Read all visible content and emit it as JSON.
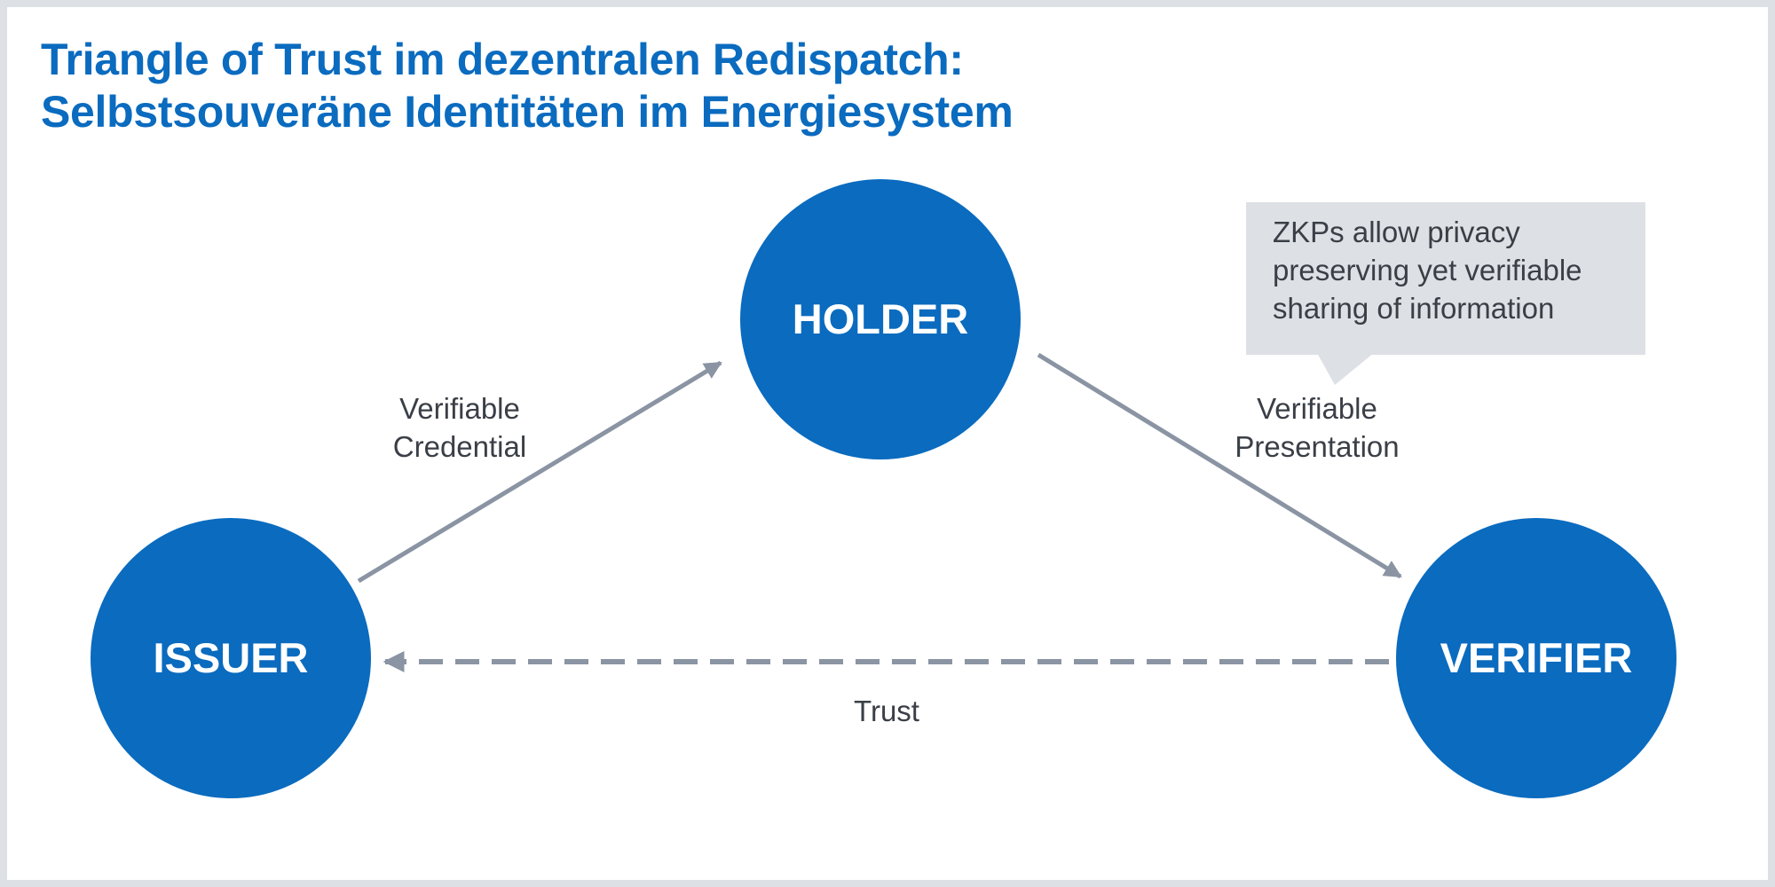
{
  "title": {
    "line1": "Triangle of Trust im dezentralen Redispatch:",
    "line2": "Selbstsouveräne Identitäten im Energiesystem"
  },
  "nodes": {
    "holder": "HOLDER",
    "issuer": "ISSUER",
    "verifier": "VERIFIER"
  },
  "edges": {
    "credential": [
      "Verifiable",
      "Credential"
    ],
    "presentation": [
      "Verifiable",
      "Presentation"
    ],
    "trust": "Trust"
  },
  "callout": {
    "lines": [
      "ZKPs allow privacy",
      "preserving yet verifiable",
      "sharing of information"
    ]
  },
  "colors": {
    "node_fill": "#0a6bbf",
    "arrow": "#8a94a3",
    "callout_bg": "#dde1e5",
    "title": "#0a6bbf"
  }
}
